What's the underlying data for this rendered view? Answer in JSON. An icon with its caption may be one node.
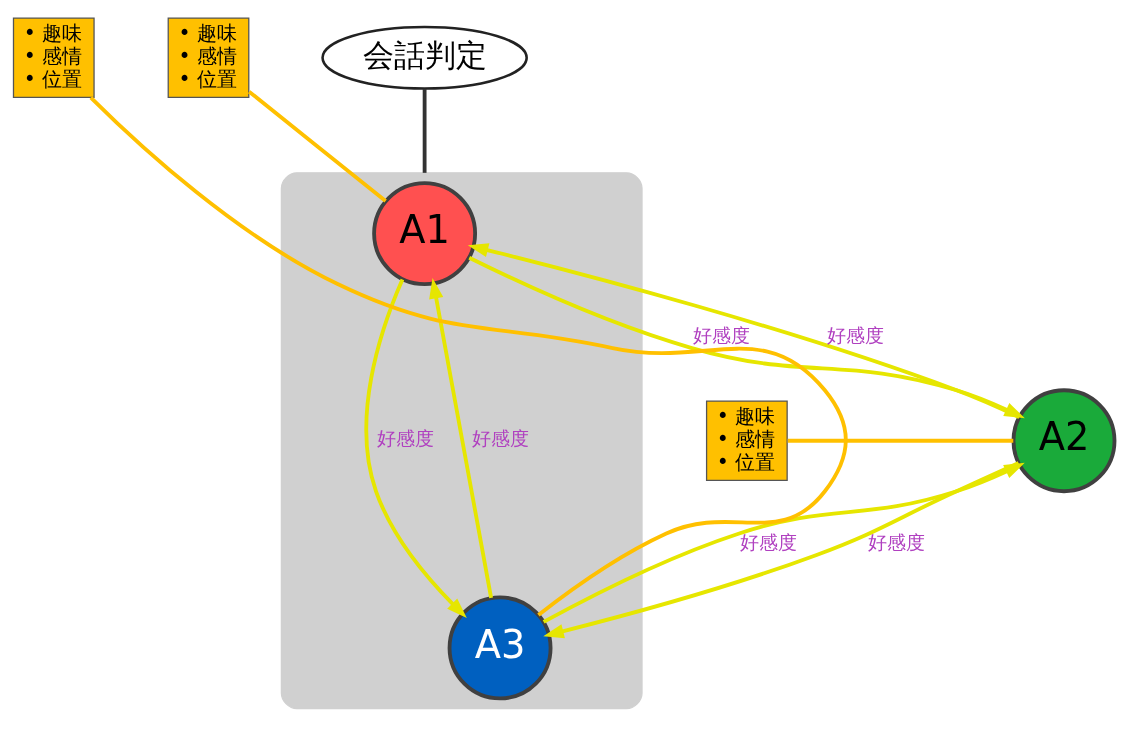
{
  "diagram": {
    "nodes": [
      {
        "text": [],
        "shape": "ellipse"
      },
      {
        "text": [
          "• 趣味",
          "• 感情",
          "• 位置"
        ]
      },
      {
        "text": [
          "A1"
        ],
        "in": 0
      },
      {
        "text": [
          "会話判定"
        ]
      },
      {
        "text": [
          "A2"
        ]
      },
      {
        "text": [
          "A3"
        ],
        "in": 0
      },
      {
        "text": [
          "• 趣味",
          "• 感情",
          "• 位置"
        ]
      },
      {
        "text": [
          "• 趣味",
          "• 感情",
          "• 位置"
        ]
      }
    ],
    "edges": [
      {
        "from": 4,
        "to": 2,
        "arrow": "to",
        "label": "好感度"
      },
      {
        "from": 2,
        "to": 4,
        "arrow": "to",
        "label": "好感度"
      },
      {
        "from": 5,
        "to": 2,
        "arrow": "to",
        "label": "好感度"
      },
      {
        "from": 2,
        "to": 5,
        "arrow": "to",
        "label": "好感度"
      },
      {
        "from": 4,
        "to": 5,
        "arrow": "to",
        "label": "好感度"
      },
      {
        "from": 5,
        "to": 4,
        "arrow": "to",
        "label": "好感度"
      },
      {
        "from": 1,
        "to": 2,
        "arrow": "none",
        "color": "#ffc000"
      },
      {
        "from": 3,
        "to": 0,
        "arrow": "none",
        "color": "#333333"
      },
      {
        "from": 6,
        "to": 4,
        "arrow": "none",
        "color": "#ffc000"
      },
      {
        "from": 7,
        "to": 5,
        "arrow": "none",
        "color": "#ffc000"
      }
    ]
  }
}
